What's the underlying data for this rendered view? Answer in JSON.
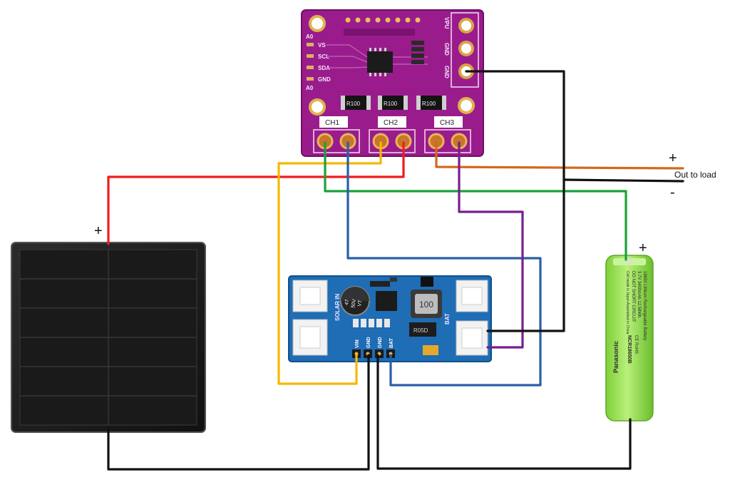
{
  "colors": {
    "red_wire": "#ee1c1c",
    "black_wire": "#111111",
    "yellow_wire": "#f5b800",
    "green_wire": "#1aa23a",
    "blue_wire": "#2a5fa8",
    "orange_wire": "#d2691e",
    "purple_wire": "#7a1d8f",
    "ina_board": "#9a1c8c",
    "charger_board": "#1e6db5",
    "battery_body": "#9ee35a"
  },
  "ina3221": {
    "side_pins": [
      "VS",
      "SCL",
      "SDA",
      "GND"
    ],
    "addr_labels": [
      "A0",
      "A0"
    ],
    "power_pins": [
      "VPU",
      "GND",
      "GND"
    ],
    "channels": [
      "CH1",
      "CH2",
      "CH3"
    ],
    "shunt_label": "R100"
  },
  "charger": {
    "input_label": "SOLAR IN",
    "bat_label": "BAT",
    "header_pins": [
      "VIN",
      "GND",
      "GND",
      "BAT"
    ],
    "cap_text": [
      "47",
      "50V",
      "VT"
    ],
    "inductor_label": "100",
    "diode_label": "R05D"
  },
  "solar_panel": {
    "plus": "+"
  },
  "battery": {
    "plus": "+",
    "brand": "Panasonic",
    "lines": [
      "18650 Lithium Rechargeable Battery",
      "3.7V 3400mAh 12.58Wh",
      "DO NOT SHORT CIRCUIT",
      "Cell made in Japan  Assembled in China",
      "CE RoHS",
      "NCR18650B"
    ]
  },
  "load_output": {
    "plus": "+",
    "label": "Out to load",
    "minus": "-"
  }
}
